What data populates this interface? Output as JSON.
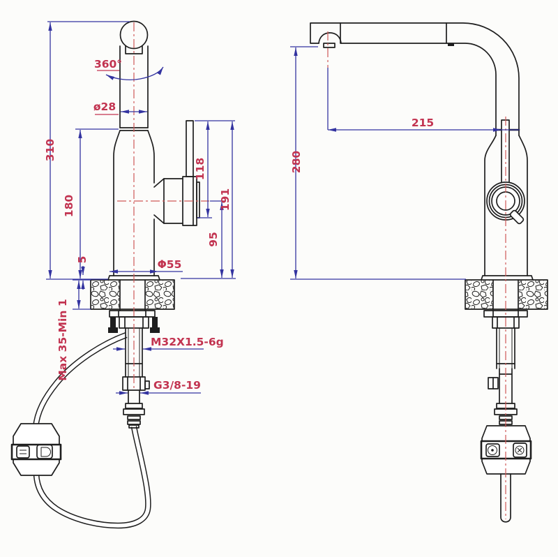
{
  "labels": {
    "rotation": "360°",
    "spout_diameter": "ø28",
    "total_height": "310",
    "upper_body_height": "180",
    "base_plate_height": "5",
    "deck_thickness_range": "Max 35-Min 1",
    "lever_top_height": "118",
    "handle_top_height": "191",
    "handle_axis_height": "95",
    "base_diameter": "Φ55",
    "shank_thread": "M32X1.5-6g",
    "supply_connection": "G3/8-19",
    "spout_reach": "215",
    "spout_height": "280"
  },
  "colors": {
    "background": "#fcfcfa",
    "line": "#1e1e1e",
    "dimension": "#3333a0",
    "label": "#c23350",
    "centerline": "#cf5858"
  }
}
